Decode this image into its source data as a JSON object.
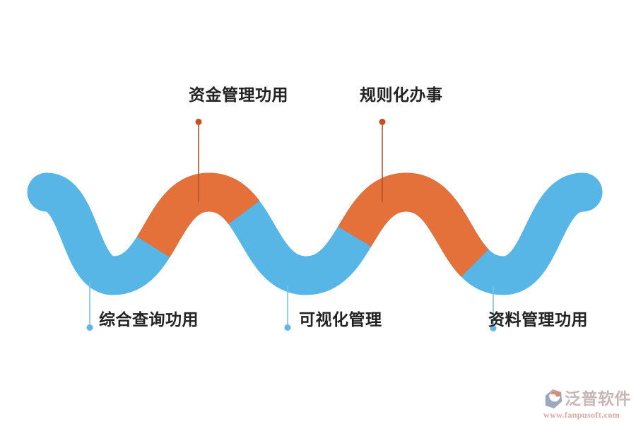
{
  "colors": {
    "background": "#ffffff",
    "wave_blue": "#58b6e6",
    "wave_orange": "#e4703a",
    "callout_orange_line": "#b2512a",
    "callout_orange_dot": "#c25321",
    "callout_blue_line": "#7cc3e9",
    "callout_blue_dot": "#63b6e3",
    "label_text": "#222222",
    "brand_text": "#c9b7b7",
    "brand_url_text": "#dfa89e",
    "logo_gem": "#9da7bf",
    "logo_swirl": "#d88b77"
  },
  "callouts": {
    "top": [
      {
        "label": "资金管理功用"
      },
      {
        "label": "规则化办事"
      }
    ],
    "bottom": [
      {
        "label": "综合查询功用"
      },
      {
        "label": "可视化管理"
      },
      {
        "label": "资料管理功用"
      }
    ]
  },
  "watermark": {
    "brand": "泛普软件",
    "url": "www.fanpusoft.com"
  }
}
